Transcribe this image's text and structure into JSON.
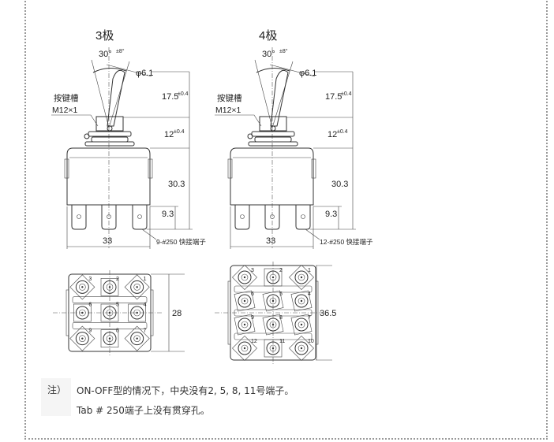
{
  "drawings": [
    {
      "title": "3极",
      "angle": "30°",
      "angle_tol": "±8°",
      "diameter": "φ6.1",
      "keyway_label": "按键槽",
      "thread_label": "M12×1",
      "dim_handle": "17.5",
      "dim_handle_tol": "±0.4",
      "dim_bushing": "12",
      "dim_bushing_tol": "±0.4",
      "dim_height": "30.3",
      "dim_terminal": "9.3",
      "dim_width": "33",
      "terminal_label": "9-#250 快接端子",
      "bottom_dim": "28",
      "terminal_numbers": [
        "3",
        "2",
        "1",
        "6",
        "5",
        "4",
        "9",
        "8",
        "7"
      ]
    },
    {
      "title": "4极",
      "angle": "30°",
      "angle_tol": "±8°",
      "diameter": "φ6.1",
      "keyway_label": "按键槽",
      "thread_label": "M12×1",
      "dim_handle": "17.5",
      "dim_handle_tol": "±0.4",
      "dim_bushing": "12",
      "dim_bushing_tol": "±0.4",
      "dim_height": "30.3",
      "dim_terminal": "9.3",
      "dim_width": "33",
      "terminal_label": "12-#250 快接端子",
      "bottom_dim": "36.5",
      "terminal_numbers": [
        "3",
        "2",
        "1",
        "6",
        "5",
        "4",
        "9",
        "8",
        "7",
        "12",
        "11",
        "10"
      ]
    }
  ],
  "notes": {
    "tag": "注）",
    "lines": [
      "ON-OFF型的情况下，中央没有2, 5, 8, 11号端子。",
      "Tab # 250端子上没有贯穿孔。"
    ]
  }
}
